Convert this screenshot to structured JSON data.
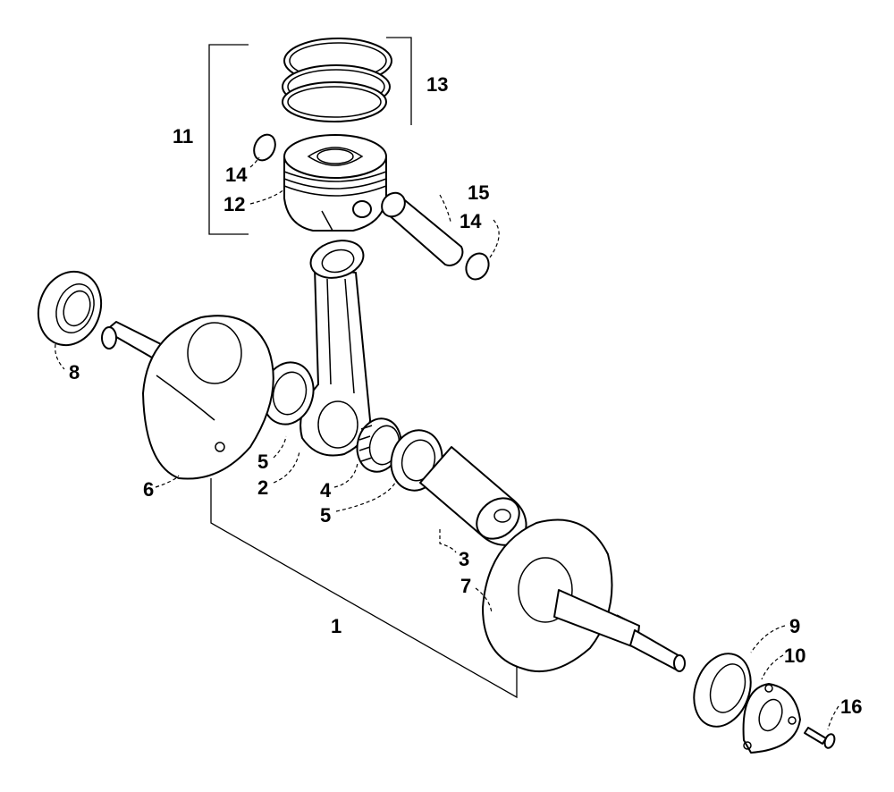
{
  "callouts": {
    "c1": "1",
    "c2": "2",
    "c3": "3",
    "c4": "4",
    "c5a": "5",
    "c5b": "5",
    "c6": "6",
    "c7": "7",
    "c8": "8",
    "c9": "9",
    "c10": "10",
    "c11": "11",
    "c12": "12",
    "c13": "13",
    "c14a": "14",
    "c14b": "14",
    "c15": "15",
    "c16": "16"
  },
  "colors": {
    "line": "#000000",
    "background": "#ffffff"
  }
}
